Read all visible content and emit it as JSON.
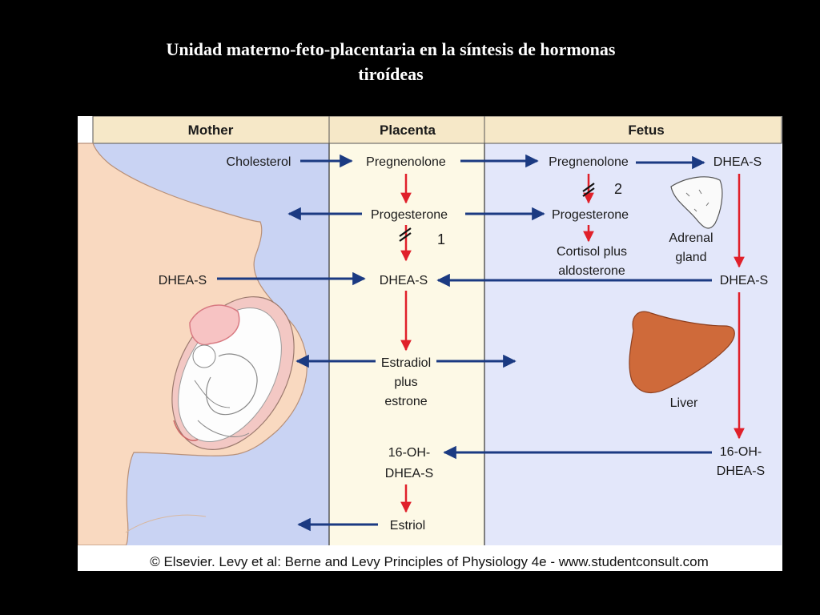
{
  "slide": {
    "title_line1": "Unidad materno-feto-placentaria en la síntesis de hormonas",
    "title_line2": "tiroídeas"
  },
  "diagram": {
    "columns": {
      "mother": "Mother",
      "placenta": "Placenta",
      "fetus": "Fetus"
    },
    "labels": {
      "cholesterol": "Cholesterol",
      "placenta_pregnenolone": "Pregnenolone",
      "fetus_pregnenolone": "Pregnenolone",
      "fetus_dheas_top": "DHEA-S",
      "placenta_progesterone": "Progesterone",
      "fetus_progesterone": "Progesterone",
      "cortisol_line1": "Cortisol plus",
      "cortisol_line2": "aldosterone",
      "adrenal_line1": "Adrenal",
      "adrenal_line2": "gland",
      "mother_dheas": "DHEA-S",
      "placenta_dheas": "DHEA-S",
      "fetus_dheas_mid": "DHEA-S",
      "estradiol_line1": "Estradiol",
      "estradiol_line2": "plus",
      "estradiol_line3": "estrone",
      "liver": "Liver",
      "placenta_16oh_line1": "16-OH-",
      "placenta_16oh_line2": "DHEA-S",
      "fetus_16oh_line1": "16-OH-",
      "fetus_16oh_line2": "DHEA-S",
      "estriol": "Estriol",
      "block1": "1",
      "block2": "2"
    },
    "caption": "© Elsevier. Levy et al: Berne and Levy Principles of Physiology 4e - www.studentconsult.com",
    "colors": {
      "header_bg": "#f6e8c8",
      "mother_bg": "#c9d3f3",
      "placenta_bg": "#fdf9e6",
      "fetus_bg": "#e3e7fa",
      "skin": "#f9d9c0",
      "blue_arrow": "#1b3a82",
      "red_arrow": "#e0202a",
      "liver": "#cf6a3a"
    }
  }
}
